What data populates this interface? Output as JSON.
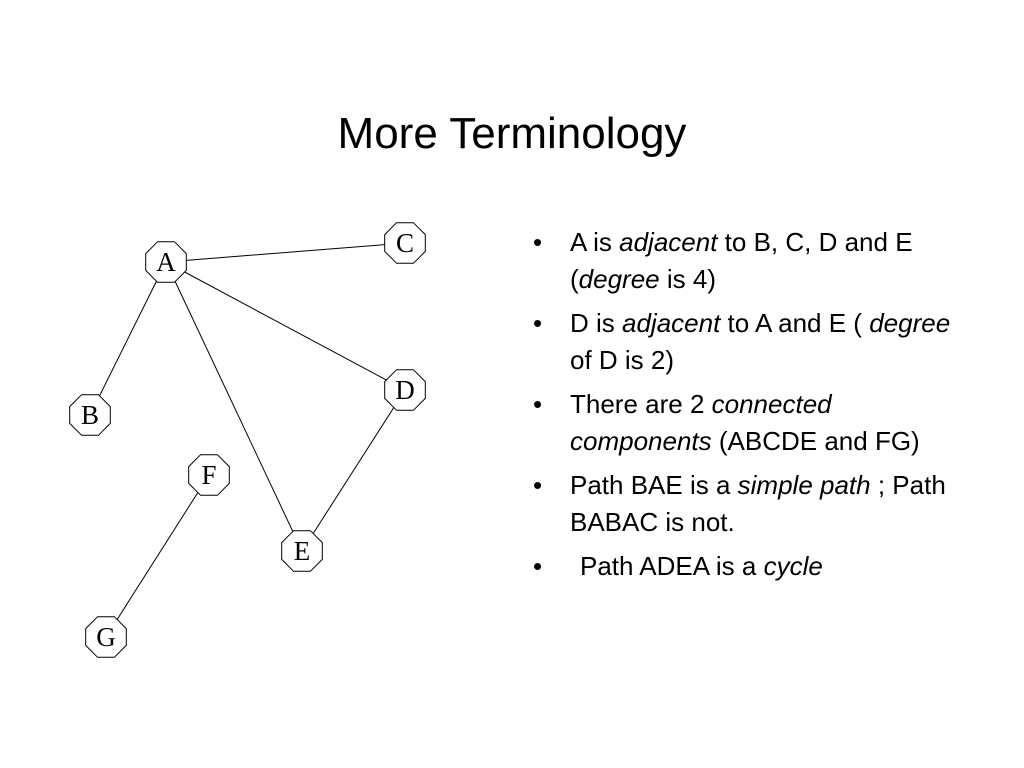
{
  "slide": {
    "title": "More Terminology"
  },
  "graph": {
    "nodes": [
      {
        "id": "A",
        "label": "A"
      },
      {
        "id": "B",
        "label": "B"
      },
      {
        "id": "C",
        "label": "C"
      },
      {
        "id": "D",
        "label": "D"
      },
      {
        "id": "E",
        "label": "E"
      },
      {
        "id": "F",
        "label": "F"
      },
      {
        "id": "G",
        "label": "G"
      }
    ],
    "edges": [
      [
        "A",
        "C"
      ],
      [
        "A",
        "B"
      ],
      [
        "A",
        "D"
      ],
      [
        "A",
        "E"
      ],
      [
        "D",
        "E"
      ],
      [
        "F",
        "G"
      ]
    ]
  },
  "bullets": [
    {
      "parts": [
        {
          "t": "A is "
        },
        {
          "t": "adjacent",
          "i": true
        },
        {
          "t": " to B, C, D and E ("
        },
        {
          "t": "degree",
          "i": true
        },
        {
          "t": " is 4)"
        }
      ]
    },
    {
      "parts": [
        {
          "t": "D is "
        },
        {
          "t": "adjacent",
          "i": true
        },
        {
          "t": " to A and E ( "
        },
        {
          "t": "degree",
          "i": true
        },
        {
          "t": " of D is 2)"
        }
      ]
    },
    {
      "parts": [
        {
          "t": "There are 2  "
        },
        {
          "t": "connected components",
          "i": true
        },
        {
          "t": " (ABCDE and FG)"
        }
      ]
    },
    {
      "parts": [
        {
          "t": "Path BAE is a "
        },
        {
          "t": "simple path",
          "i": true
        },
        {
          "t": " ; Path BABAC is not."
        }
      ]
    },
    {
      "parts": [
        {
          "t": "Path ADEA is a "
        },
        {
          "t": "cycle",
          "i": true
        }
      ]
    }
  ]
}
